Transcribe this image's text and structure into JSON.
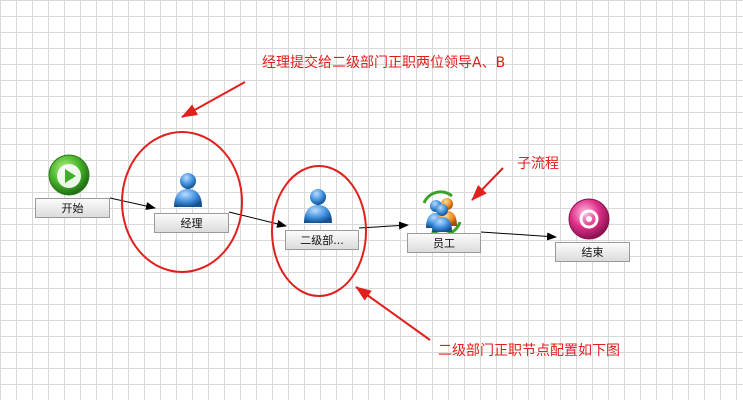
{
  "workflow": {
    "nodes": [
      {
        "label": "开始",
        "icon": "start-play-icon"
      },
      {
        "label": "经理",
        "icon": "user-icon"
      },
      {
        "label": "二级部...",
        "icon": "user-icon"
      },
      {
        "label": "员工",
        "icon": "subprocess-users-icon"
      },
      {
        "label": "结束",
        "icon": "end-stop-icon"
      }
    ]
  },
  "annotations": {
    "top_note": "经理提交给二级部门正职两位领导A、B",
    "subflow_note": "子流程",
    "bottom_note": "二级部门正职节点配置如下图"
  },
  "colors": {
    "annotation_red": "#e0201c",
    "start_green": "#3fae2a",
    "end_pink": "#e0308a",
    "user_blue": "#2f7fd0"
  }
}
